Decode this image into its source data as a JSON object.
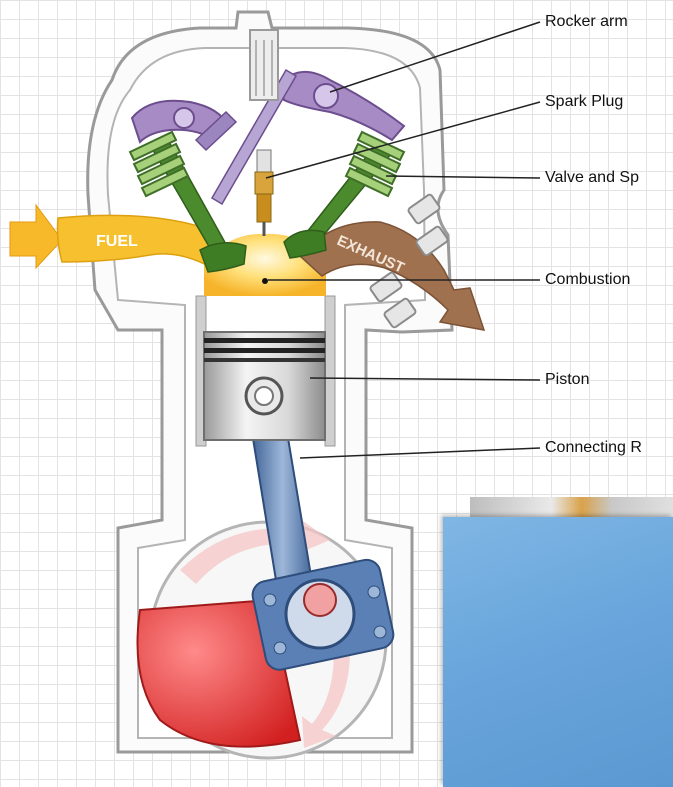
{
  "labels": {
    "rocker_arm": "Rocker arm",
    "spark_plug": "Spark Plug",
    "valve_spring": "Valve and Sp",
    "combustion": "Combustion",
    "piston": "Piston",
    "connecting_rod": "Connecting R"
  },
  "arrows": {
    "fuel": "FUEL",
    "exhaust": "EXHAUST"
  },
  "colors": {
    "fuel": "#f7b92a",
    "exhaust": "#a0714e",
    "valve_green": "#5e9c3b",
    "rocker_purple": "#a78bc4",
    "crank_red": "#e23a3a",
    "rod_blue": "#4a6ea3",
    "photo_blue": "#6aa6dc"
  }
}
